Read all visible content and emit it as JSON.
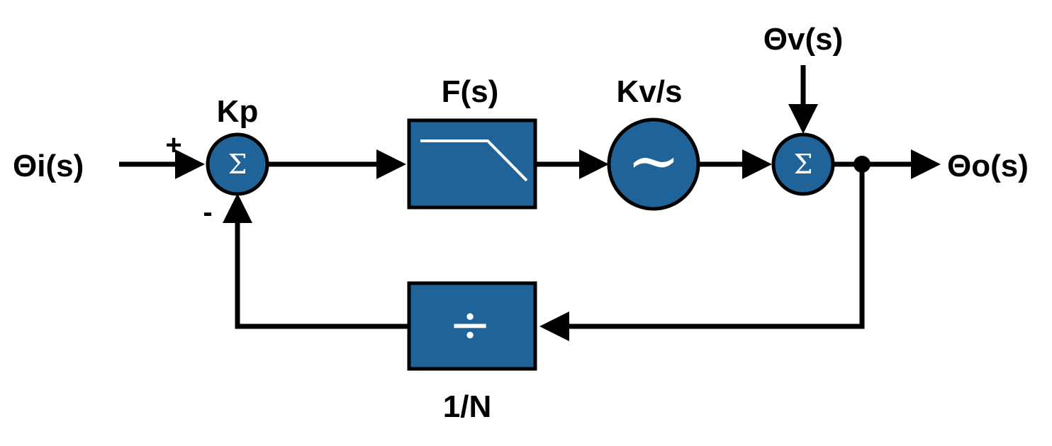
{
  "signals": {
    "input": "Θi(s)",
    "output": "Θo(s)",
    "disturbance": "Θv(s)"
  },
  "blocks": {
    "phase_detector_gain": "Kp",
    "filter": "F(s)",
    "vco": "Kv/s",
    "divider": "1/N"
  },
  "symbols": {
    "sum": "Σ",
    "vco_symbol": "~",
    "divide": "÷"
  },
  "signs": {
    "plus": "+",
    "minus": "-"
  },
  "colors": {
    "block_fill": "#1f6399",
    "stroke": "#000000"
  },
  "icons": [
    "summing-junction-icon",
    "low-pass-filter-icon",
    "oscillator-icon",
    "divider-icon"
  ]
}
